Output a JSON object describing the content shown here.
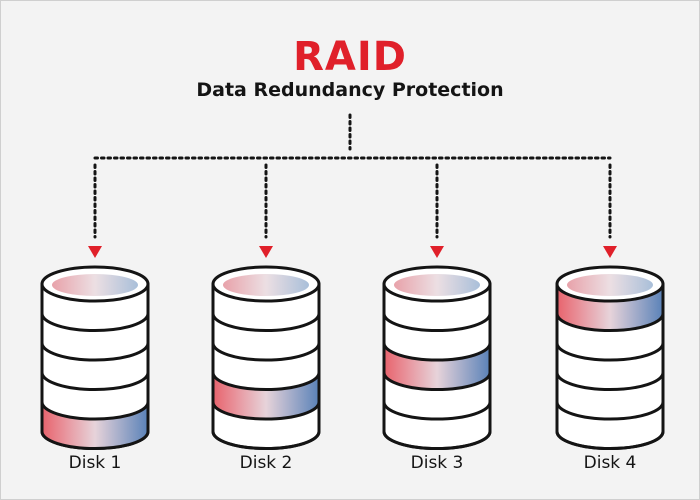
{
  "title": "RAID",
  "subtitle": "Data Redundancy Protection",
  "colors": {
    "title": "#e0202a",
    "text": "#141414",
    "arrow": "#e0202a",
    "connector": "#141414",
    "stripe_start": "#e8636d",
    "stripe_end": "#5a82b8",
    "background": "#f3f3f3"
  },
  "disks": [
    {
      "label": "Disk 1",
      "highlighted_layer": 4
    },
    {
      "label": "Disk 2",
      "highlighted_layer": 3
    },
    {
      "label": "Disk 3",
      "highlighted_layer": 2
    },
    {
      "label": "Disk 4",
      "highlighted_layer": 0
    }
  ]
}
